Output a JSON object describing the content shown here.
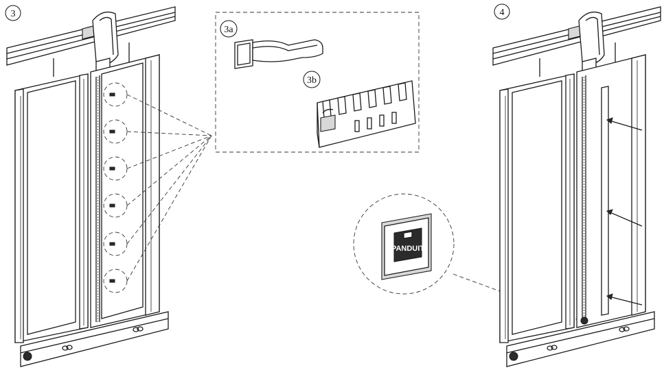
{
  "labels": {
    "step3": "3",
    "step4": "4",
    "detail_a": "3a",
    "detail_b": "3b"
  },
  "logo_text": "PANDUIT"
}
